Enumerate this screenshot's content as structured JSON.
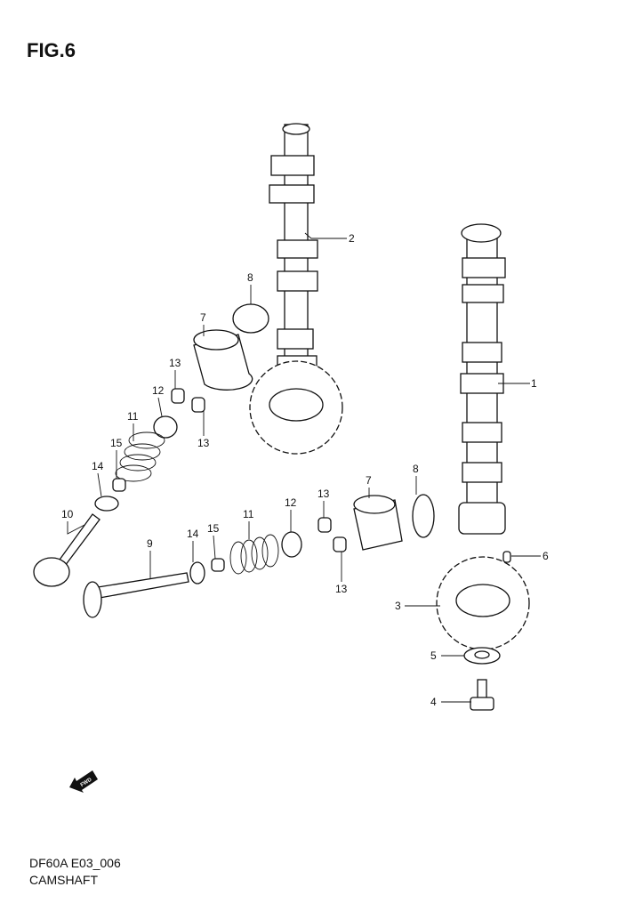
{
  "figure_title": "FIG.6",
  "model_code": "DF60A E03_006",
  "section_name": "CAMSHAFT",
  "fwd_icon": {
    "name": "fwd-arrow-icon",
    "text": "FWD"
  },
  "callouts": [
    {
      "part": "1"
    },
    {
      "part": "2"
    },
    {
      "part": "3"
    },
    {
      "part": "4"
    },
    {
      "part": "5"
    },
    {
      "part": "6"
    },
    {
      "part": "7"
    },
    {
      "part": "7"
    },
    {
      "part": "8"
    },
    {
      "part": "8"
    },
    {
      "part": "9"
    },
    {
      "part": "10"
    },
    {
      "part": "11"
    },
    {
      "part": "11"
    },
    {
      "part": "12"
    },
    {
      "part": "12"
    },
    {
      "part": "13"
    },
    {
      "part": "13"
    },
    {
      "part": "13"
    },
    {
      "part": "13"
    },
    {
      "part": "14"
    },
    {
      "part": "14"
    },
    {
      "part": "15"
    },
    {
      "part": "15"
    }
  ]
}
